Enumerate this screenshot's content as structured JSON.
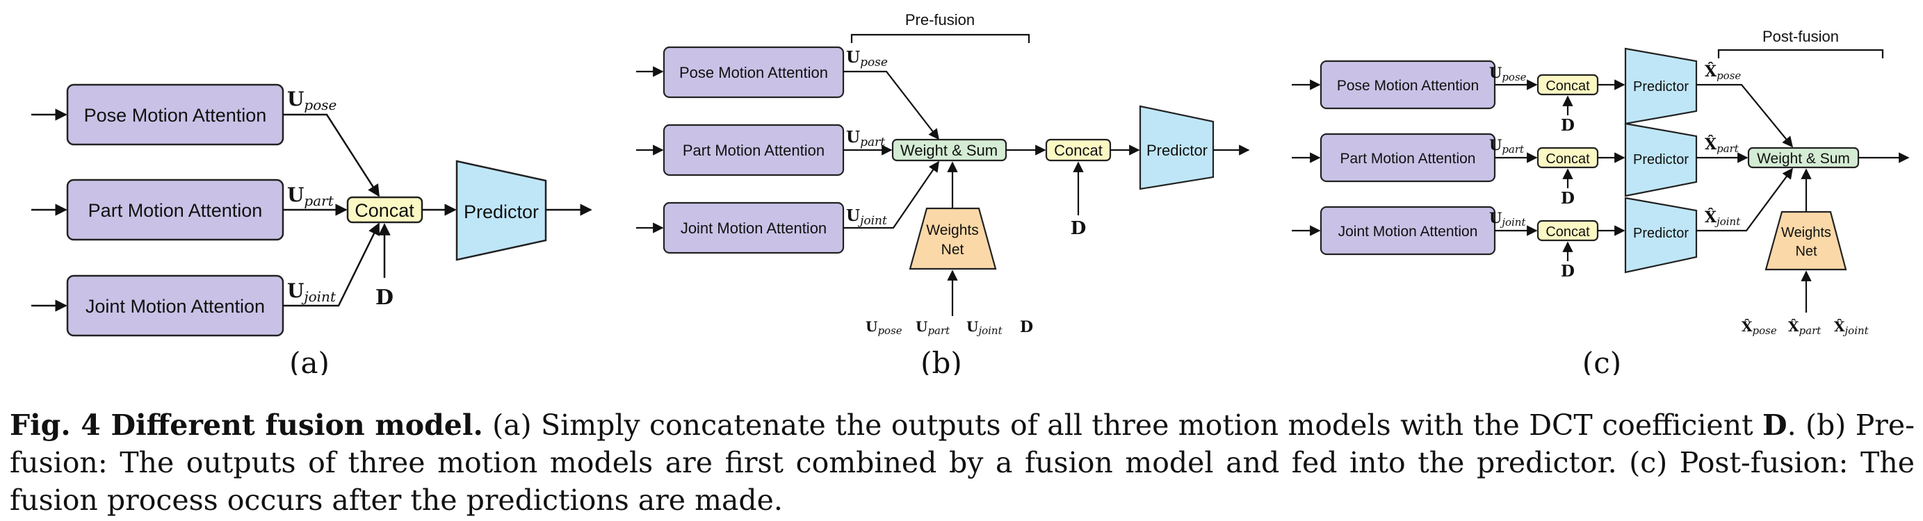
{
  "colors": {
    "attention_fill": "#c9c2e6",
    "concat_fill": "#fbf8c4",
    "predictor_fill": "#bfe6f7",
    "weight_sum_fill": "#d4ecd4",
    "weights_net_fill": "#fbd8a8",
    "stroke": "#222222"
  },
  "panel_a": {
    "pose_attention": "Pose Motion Attention",
    "part_attention": "Part Motion Attention",
    "joint_attention": "Joint Motion Attention",
    "u_pose": "U",
    "u_pose_sub": "pose",
    "u_part": "U",
    "u_part_sub": "part",
    "u_joint": "U",
    "u_joint_sub": "joint",
    "concat": "Concat",
    "d": "D",
    "predictor": "Predictor",
    "label": "(a)"
  },
  "panel_b": {
    "annotation": "Pre-fusion",
    "pose_attention": "Pose Motion Attention",
    "part_attention": "Part Motion Attention",
    "joint_attention": "Joint Motion Attention",
    "u_pose": "U",
    "u_pose_sub": "pose",
    "u_part": "U",
    "u_part_sub": "part",
    "u_joint": "U",
    "u_joint_sub": "joint",
    "weight_sum": "Weight & Sum",
    "weights_net_line1": "Weights",
    "weights_net_line2": "Net",
    "concat": "Concat",
    "d": "D",
    "predictor": "Predictor",
    "inputs": [
      {
        "main": "U",
        "sub": "pose"
      },
      {
        "main": "U",
        "sub": "part"
      },
      {
        "main": "U",
        "sub": "joint"
      },
      {
        "main": "D",
        "sub": ""
      }
    ],
    "label": "(b)"
  },
  "panel_c": {
    "annotation": "Post-fusion",
    "pose_attention": "Pose Motion Attention",
    "part_attention": "Part Motion Attention",
    "joint_attention": "Joint Motion Attention",
    "u_pose": "U",
    "u_pose_sub": "pose",
    "u_part": "U",
    "u_part_sub": "part",
    "u_joint": "U",
    "u_joint_sub": "joint",
    "concat": "Concat",
    "d": "D",
    "predictor": "Predictor",
    "x_pose": "X̂",
    "x_pose_sub": "pose",
    "x_part": "X̂",
    "x_part_sub": "part",
    "x_joint": "X̂",
    "x_joint_sub": "joint",
    "weight_sum": "Weight & Sum",
    "weights_net_line1": "Weights",
    "weights_net_line2": "Net",
    "inputs": [
      {
        "main": "X̂",
        "sub": "pose"
      },
      {
        "main": "X̂",
        "sub": "part"
      },
      {
        "main": "X̂",
        "sub": "joint"
      }
    ],
    "label": "(c)"
  },
  "caption": {
    "prefix": "Fig. 4 Different fusion model.",
    "body": " (a) Simply concatenate the outputs of all three motion models with the DCT coefficient ",
    "d": "D",
    "rest": ". (b) Pre-fusion: The outputs of three motion models are first combined by a fusion model and fed into the predictor. (c) Post-fusion: The fusion process occurs after the predictions are made."
  }
}
